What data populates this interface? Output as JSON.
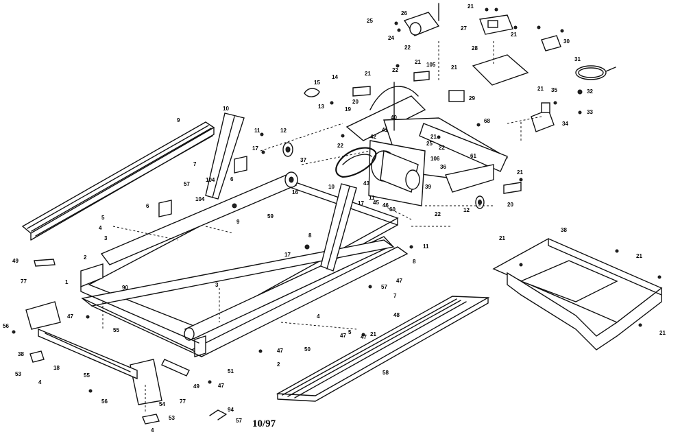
{
  "diagram": {
    "footer_text": "10/97",
    "callouts": [
      {
        "id": "c1",
        "text": "21"
      },
      {
        "id": "c2",
        "text": "25"
      },
      {
        "id": "c3",
        "text": "26"
      },
      {
        "id": "c4",
        "text": "24"
      },
      {
        "id": "c5",
        "text": "22"
      },
      {
        "id": "c6",
        "text": "27"
      },
      {
        "id": "c7",
        "text": "21"
      },
      {
        "id": "c8",
        "text": "28"
      },
      {
        "id": "c9",
        "text": "30"
      },
      {
        "id": "c10",
        "text": "31"
      },
      {
        "id": "c11",
        "text": "21"
      },
      {
        "id": "c12",
        "text": "35"
      },
      {
        "id": "c13",
        "text": "32"
      },
      {
        "id": "c14",
        "text": "33"
      },
      {
        "id": "c15",
        "text": "34"
      },
      {
        "id": "c16",
        "text": "22"
      },
      {
        "id": "c17",
        "text": "21"
      },
      {
        "id": "c18",
        "text": "105"
      },
      {
        "id": "c19",
        "text": "21"
      },
      {
        "id": "c20",
        "text": "29"
      },
      {
        "id": "c21",
        "text": "15"
      },
      {
        "id": "c22",
        "text": "14"
      },
      {
        "id": "c23",
        "text": "13"
      },
      {
        "id": "c24",
        "text": "21"
      },
      {
        "id": "c25",
        "text": "20"
      },
      {
        "id": "c26",
        "text": "19"
      },
      {
        "id": "c27",
        "text": "40"
      },
      {
        "id": "c28",
        "text": "41"
      },
      {
        "id": "c29",
        "text": "68"
      },
      {
        "id": "c30",
        "text": "22"
      },
      {
        "id": "c31",
        "text": "42"
      },
      {
        "id": "c32",
        "text": "25"
      },
      {
        "id": "c33",
        "text": "21"
      },
      {
        "id": "c34",
        "text": "22"
      },
      {
        "id": "c35",
        "text": "61"
      },
      {
        "id": "c36",
        "text": "36"
      },
      {
        "id": "c37",
        "text": "106"
      },
      {
        "id": "c38",
        "text": "10"
      },
      {
        "id": "c39",
        "text": "11"
      },
      {
        "id": "c40",
        "text": "9"
      },
      {
        "id": "c41",
        "text": "12"
      },
      {
        "id": "c42",
        "text": "17"
      },
      {
        "id": "c43",
        "text": "37"
      },
      {
        "id": "c44",
        "text": "7"
      },
      {
        "id": "c45",
        "text": "6"
      },
      {
        "id": "c46",
        "text": "57"
      },
      {
        "id": "c47",
        "text": "104"
      },
      {
        "id": "c48",
        "text": "16"
      },
      {
        "id": "c49",
        "text": "43"
      },
      {
        "id": "c50",
        "text": "10"
      },
      {
        "id": "c51",
        "text": "39"
      },
      {
        "id": "c52",
        "text": "21"
      },
      {
        "id": "c53",
        "text": "11"
      },
      {
        "id": "c54",
        "text": "45"
      },
      {
        "id": "c55",
        "text": "46"
      },
      {
        "id": "c56",
        "text": "60"
      },
      {
        "id": "c57",
        "text": "17"
      },
      {
        "id": "c58",
        "text": "22"
      },
      {
        "id": "c59",
        "text": "12"
      },
      {
        "id": "c60",
        "text": "20"
      },
      {
        "id": "c61",
        "text": "6"
      },
      {
        "id": "c62",
        "text": "5"
      },
      {
        "id": "c63",
        "text": "4"
      },
      {
        "id": "c64",
        "text": "104"
      },
      {
        "id": "c65",
        "text": "9"
      },
      {
        "id": "c66",
        "text": "59"
      },
      {
        "id": "c67",
        "text": "3"
      },
      {
        "id": "c68",
        "text": "2"
      },
      {
        "id": "c69",
        "text": "49"
      },
      {
        "id": "c70",
        "text": "77"
      },
      {
        "id": "c71",
        "text": "1"
      },
      {
        "id": "c72",
        "text": "90"
      },
      {
        "id": "c73",
        "text": "8"
      },
      {
        "id": "c74",
        "text": "17"
      },
      {
        "id": "c75",
        "text": "11"
      },
      {
        "id": "c76",
        "text": "8"
      },
      {
        "id": "c77",
        "text": "47"
      },
      {
        "id": "c78",
        "text": "57"
      },
      {
        "id": "c79",
        "text": "7"
      },
      {
        "id": "c80",
        "text": "3"
      },
      {
        "id": "c81",
        "text": "47"
      },
      {
        "id": "c82",
        "text": "55"
      },
      {
        "id": "c83",
        "text": "4"
      },
      {
        "id": "c84",
        "text": "5"
      },
      {
        "id": "c85",
        "text": "48"
      },
      {
        "id": "c86",
        "text": "21"
      },
      {
        "id": "c87",
        "text": "47"
      },
      {
        "id": "c88",
        "text": "56"
      },
      {
        "id": "c89",
        "text": "38"
      },
      {
        "id": "c90",
        "text": "53"
      },
      {
        "id": "c91",
        "text": "4"
      },
      {
        "id": "c92",
        "text": "18"
      },
      {
        "id": "c93",
        "text": "55"
      },
      {
        "id": "c94",
        "text": "58"
      },
      {
        "id": "c95",
        "text": "49"
      },
      {
        "id": "c96",
        "text": "77"
      },
      {
        "id": "c97",
        "text": "47"
      },
      {
        "id": "c98",
        "text": "54"
      },
      {
        "id": "c99",
        "text": "53"
      },
      {
        "id": "c100",
        "text": "4"
      },
      {
        "id": "c101",
        "text": "94"
      },
      {
        "id": "c102",
        "text": "57"
      },
      {
        "id": "c103",
        "text": "51"
      },
      {
        "id": "c104",
        "text": "2"
      },
      {
        "id": "c105",
        "text": "47"
      },
      {
        "id": "c106",
        "text": "50"
      },
      {
        "id": "c107",
        "text": "47"
      },
      {
        "id": "c108",
        "text": "56"
      },
      {
        "id": "c109",
        "text": "38"
      },
      {
        "id": "c110",
        "text": "21"
      },
      {
        "id": "c111",
        "text": "21"
      },
      {
        "id": "c112",
        "text": "21"
      }
    ]
  }
}
